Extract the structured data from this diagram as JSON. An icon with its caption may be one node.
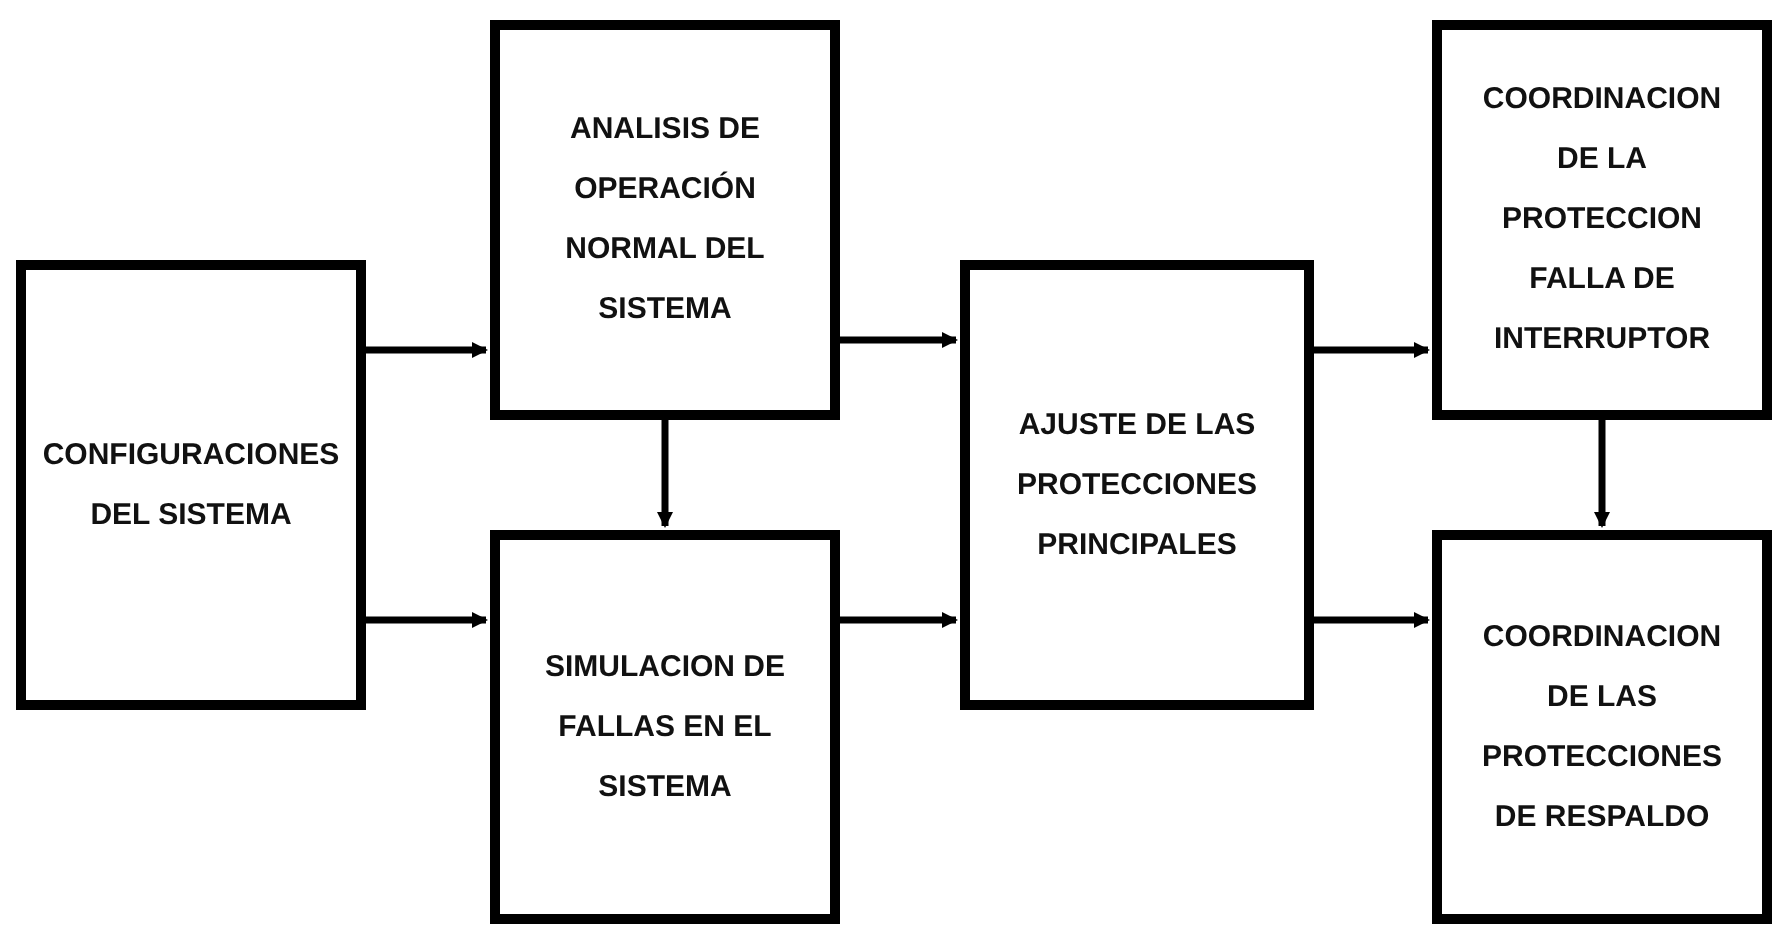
{
  "diagram": {
    "nodes": [
      {
        "text": [
          "CONFIGURACIONES DEL SISTEMA"
        ]
      },
      {
        "text": [
          "ANALISIS DE OPERACIÓN NORMAL DEL SISTEMA"
        ]
      },
      {
        "text": [
          "SIMULACION DE FALLAS EN EL SISTEMA"
        ]
      },
      {
        "text": [
          "AJUSTE DE LAS PROTECCIONES PRINCIPALES"
        ]
      },
      {
        "text": [
          "COORDINACION DE LA PROTECCION FALLA DE INTERRUPTOR"
        ]
      },
      {
        "text": [
          "COORDINACION DE LAS PROTECCIONES DE RESPALDO"
        ]
      }
    ],
    "edges": [
      {
        "from": 0,
        "to": 1,
        "arrow": "to"
      },
      {
        "from": 0,
        "to": 2,
        "arrow": "to"
      },
      {
        "from": 1,
        "to": 2,
        "arrow": "to"
      },
      {
        "from": 1,
        "to": 3,
        "arrow": "to"
      },
      {
        "from": 2,
        "to": 3,
        "arrow": "to"
      },
      {
        "from": 3,
        "to": 4,
        "arrow": "to"
      },
      {
        "from": 3,
        "to": 5,
        "arrow": "to"
      },
      {
        "from": 4,
        "to": 5,
        "arrow": "to"
      }
    ]
  }
}
